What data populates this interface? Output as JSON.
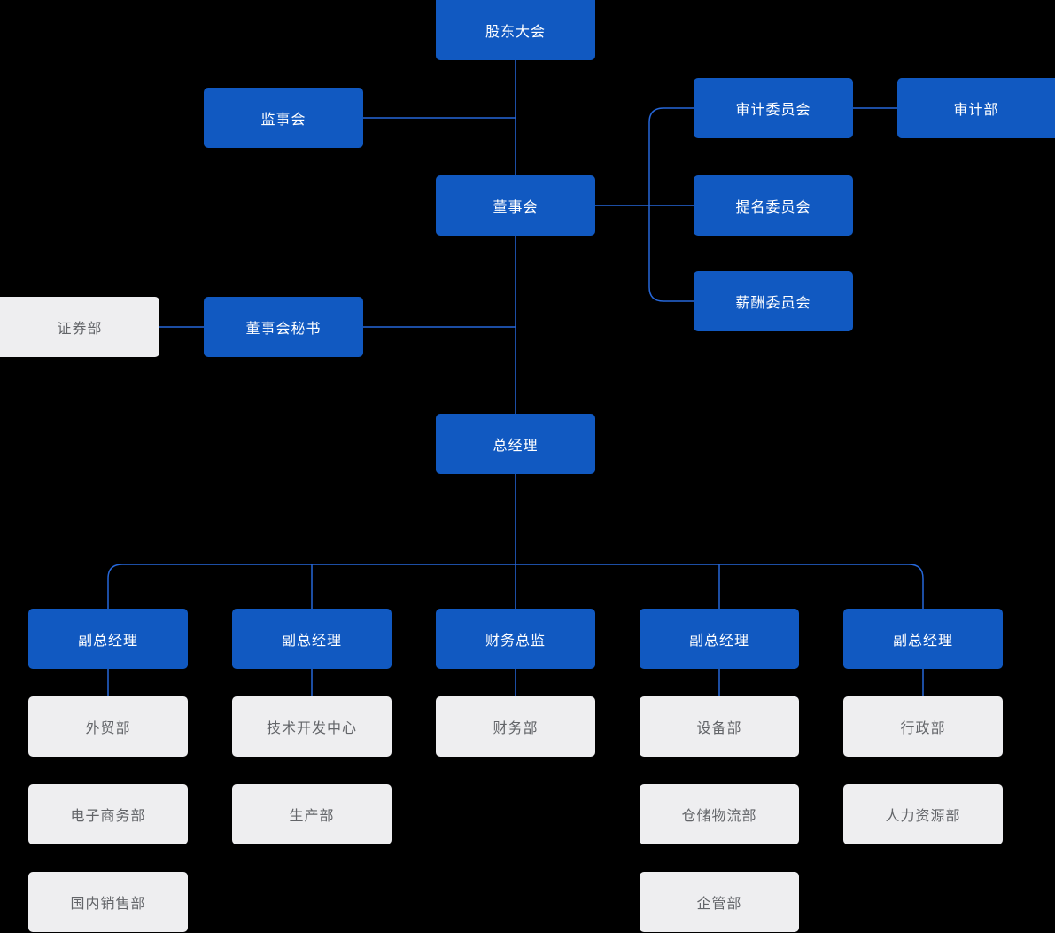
{
  "diagram_type": "org-chart",
  "colors": {
    "background": "#000000",
    "exec_box": "#1159c1",
    "exec_text": "#ffffff",
    "dept_box": "#eeeef0",
    "dept_text": "#636569",
    "connector_line": "#2667d9"
  },
  "nodes": {
    "shareholders": "股东大会",
    "supervisory_board": "监事会",
    "board": "董事会",
    "audit_committee": "审计委员会",
    "audit_department": "审计部",
    "nomination_committee": "提名委员会",
    "compensation_committee": "薪酬委员会",
    "securities_department": "证券部",
    "board_secretary": "董事会秘书",
    "general_manager": "总经理",
    "columns": [
      {
        "manager": "副总经理",
        "departments": [
          "外贸部",
          "电子商务部",
          "国内销售部"
        ]
      },
      {
        "manager": "副总经理",
        "departments": [
          "技术开发中心",
          "生产部"
        ]
      },
      {
        "manager": "财务总监",
        "departments": [
          "财务部"
        ]
      },
      {
        "manager": "副总经理",
        "departments": [
          "设备部",
          "仓储物流部",
          "企管部"
        ]
      },
      {
        "manager": "副总经理",
        "departments": [
          "行政部",
          "人力资源部"
        ]
      }
    ]
  }
}
